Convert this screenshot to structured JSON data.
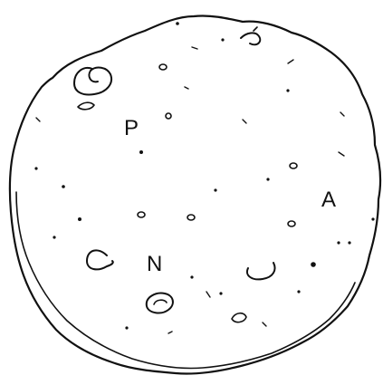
{
  "diagram": {
    "labels": {
      "p": "P",
      "a": "A",
      "n": "N"
    }
  }
}
